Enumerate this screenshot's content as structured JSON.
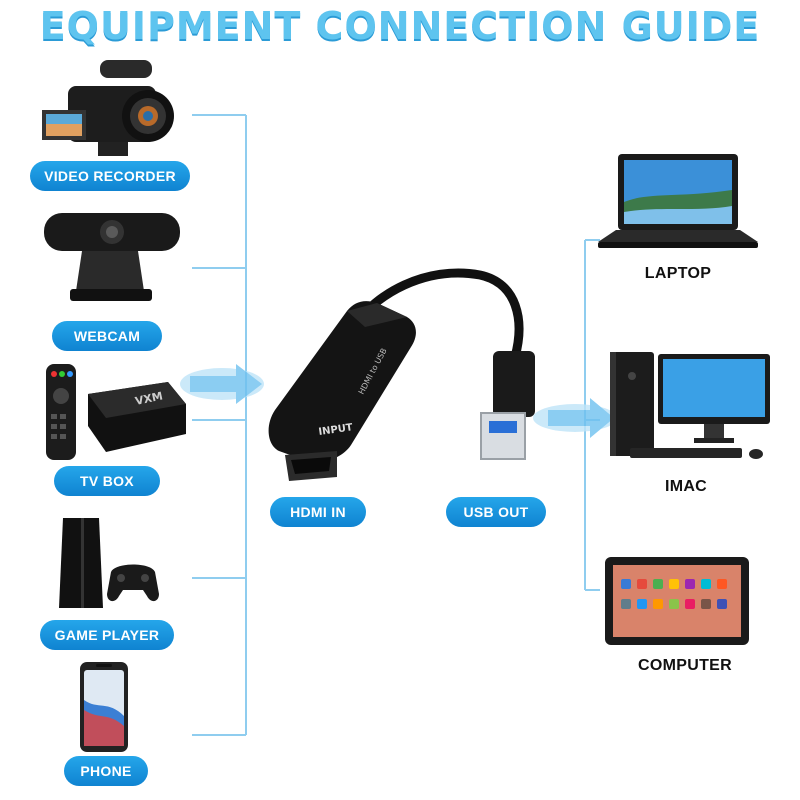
{
  "title": "EQUIPMENT CONNECTION GUIDE",
  "sources": [
    {
      "label": "VIDEO RECORDER",
      "icon": "video-camera-icon"
    },
    {
      "label": "WEBCAM",
      "icon": "webcam-icon"
    },
    {
      "label": "TV BOX",
      "icon": "tv-box-icon"
    },
    {
      "label": "GAME PLAYER",
      "icon": "game-console-icon"
    },
    {
      "label": "PHONE",
      "icon": "phone-icon"
    }
  ],
  "device": {
    "input_label": "HDMI IN",
    "output_label": "USB OUT",
    "port_text": "INPUT"
  },
  "destinations": [
    {
      "label": "LAPTOP",
      "icon": "laptop-icon"
    },
    {
      "label": "IMAC",
      "icon": "desktop-computer-icon"
    },
    {
      "label": "COMPUTER",
      "icon": "tablet-icon"
    }
  ],
  "colors": {
    "title": "#5ec4ef",
    "pill": "#1a95de",
    "connector_line": "#8fcdef",
    "arrow_glow": "#7ec8f2"
  }
}
